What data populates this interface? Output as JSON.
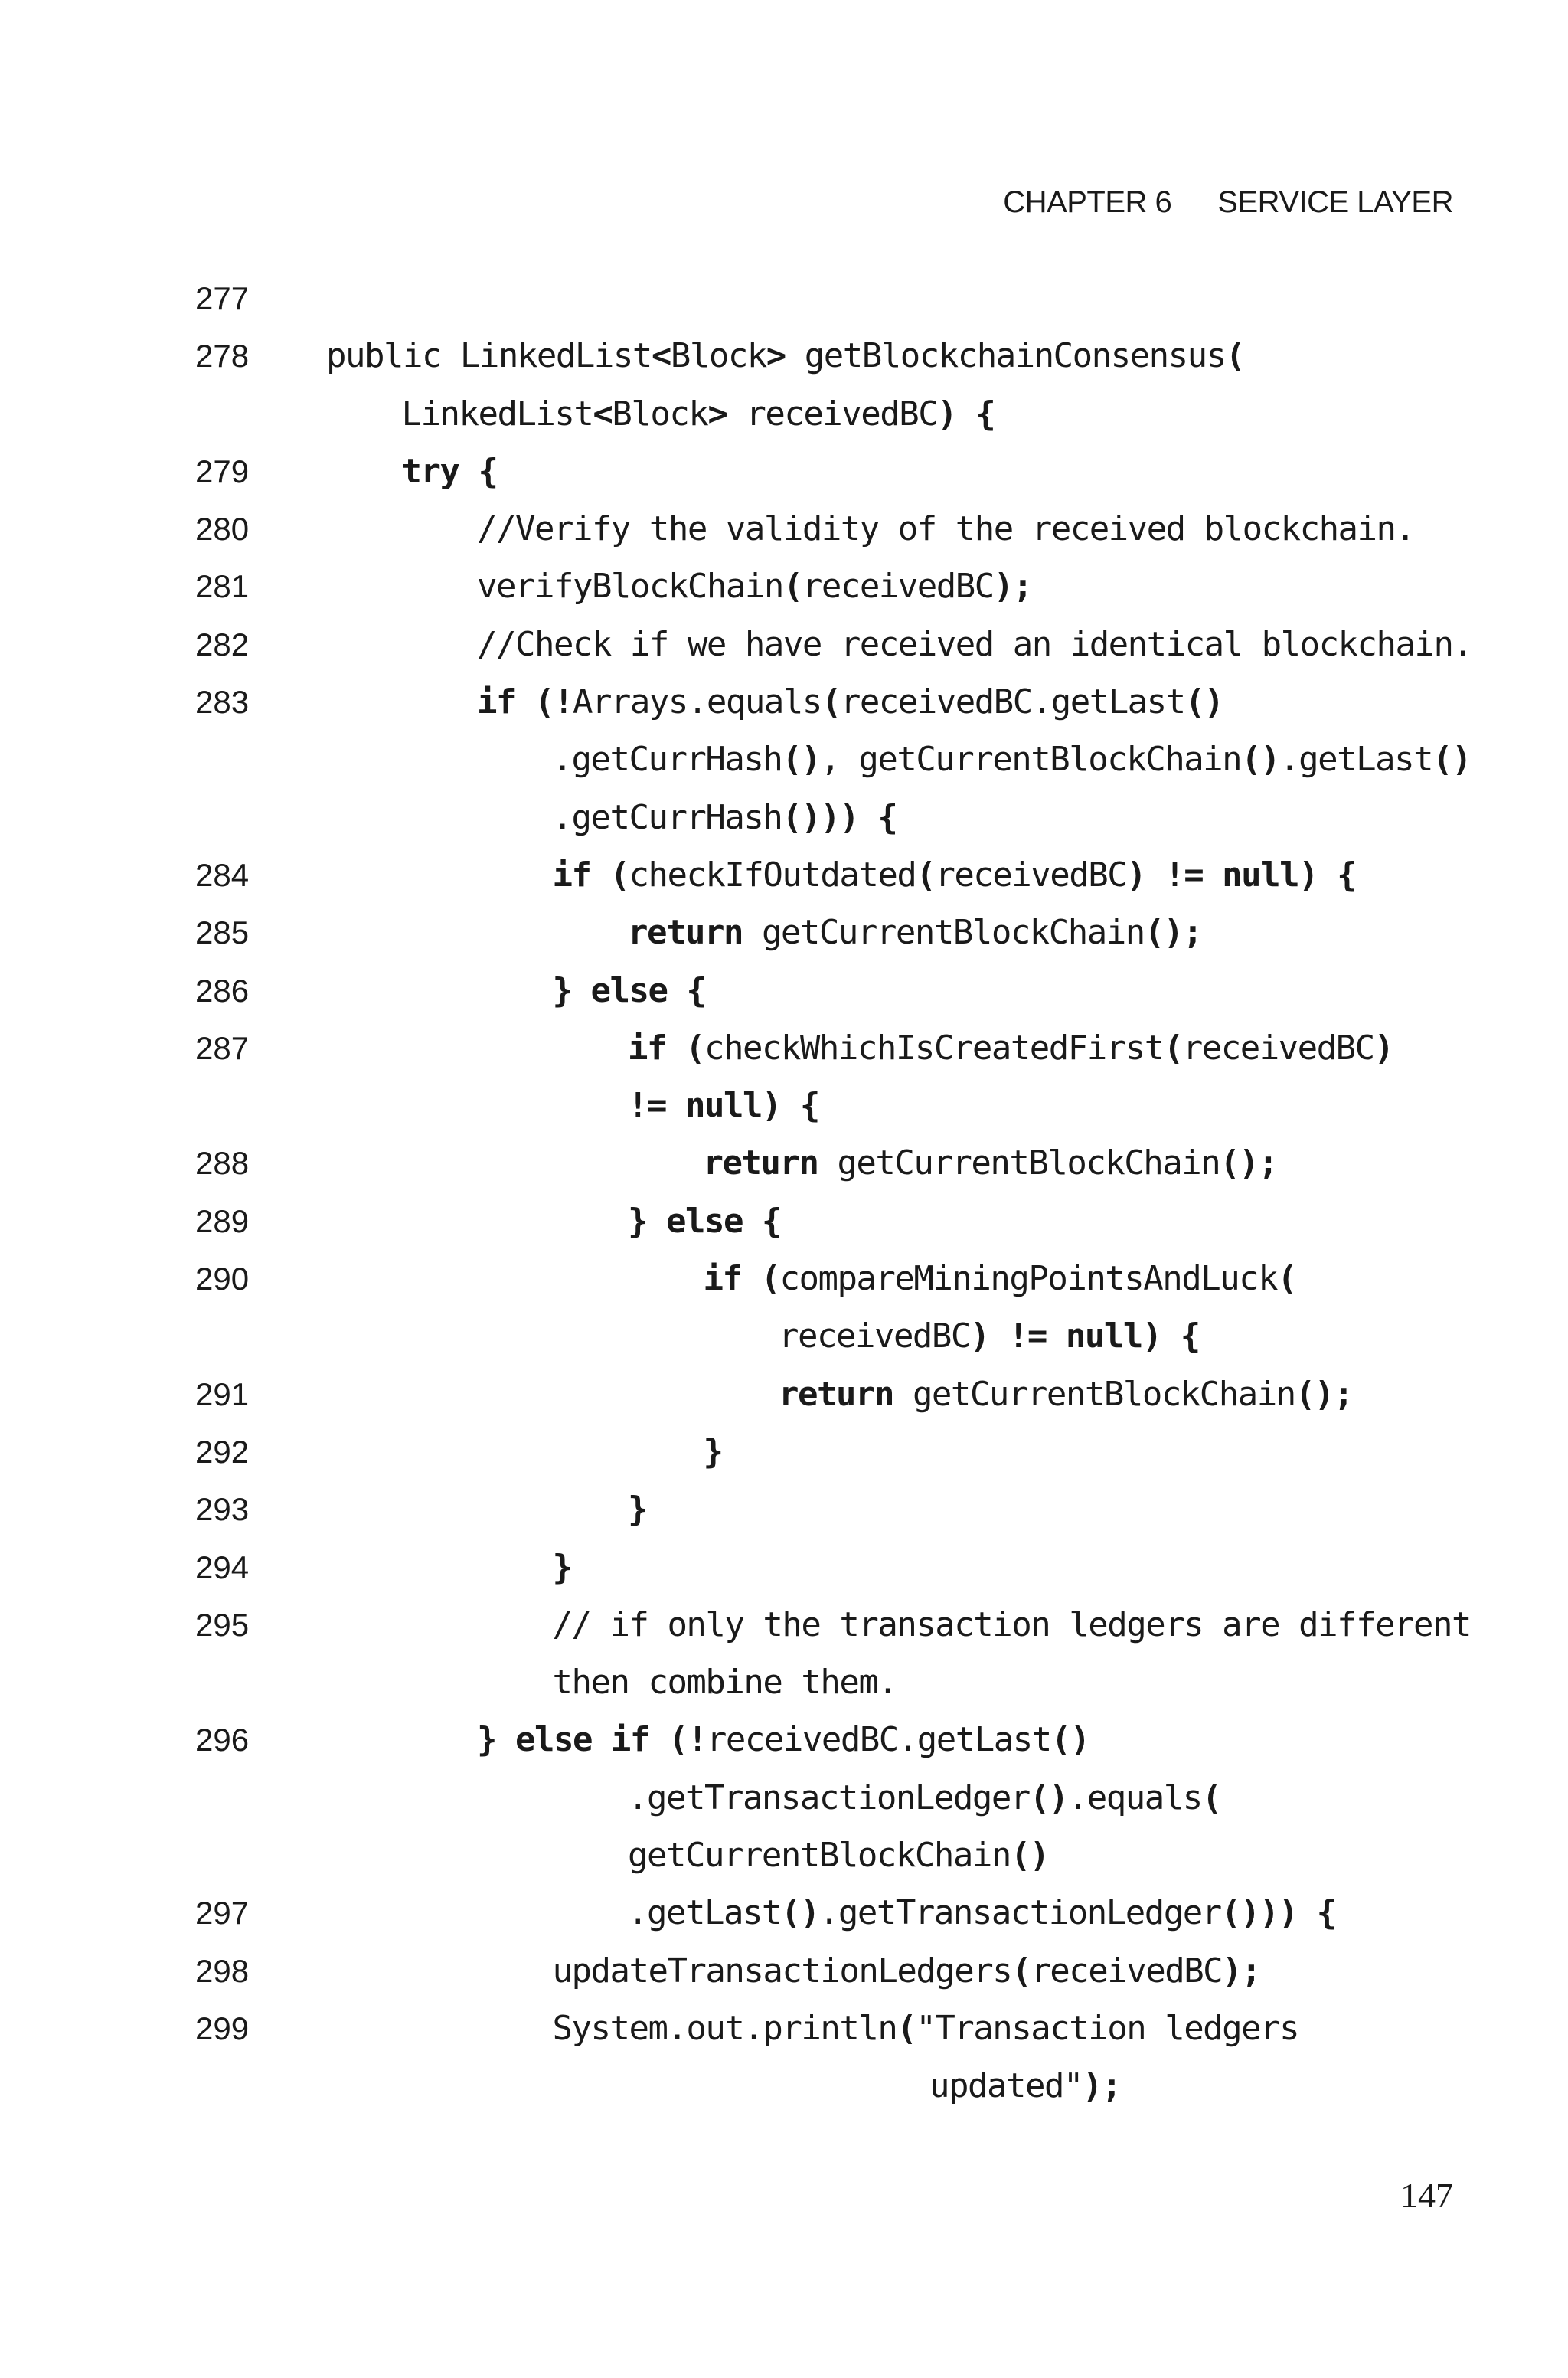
{
  "header": {
    "chapter": "CHAPTER 6",
    "section": "SERVICE LAYER"
  },
  "code_lines": [
    {
      "num": "277",
      "ind": 0,
      "segs": []
    },
    {
      "num": "278",
      "ind": 0,
      "segs": [
        [
          "public LinkedList",
          0
        ],
        [
          "<",
          1
        ],
        [
          "Block",
          0
        ],
        [
          ">",
          1
        ],
        [
          " getBlockchainConsensus",
          0
        ],
        [
          "(",
          1
        ]
      ]
    },
    {
      "num": "",
      "ind": 1,
      "segs": [
        [
          "LinkedList",
          0
        ],
        [
          "<",
          1
        ],
        [
          "Block",
          0
        ],
        [
          ">",
          1
        ],
        [
          " receivedBC",
          0
        ],
        [
          ") {",
          1
        ]
      ]
    },
    {
      "num": "279",
      "ind": 1,
      "segs": [
        [
          "try {",
          1
        ]
      ]
    },
    {
      "num": "280",
      "ind": 2,
      "segs": [
        [
          "//Verify the validity of the received blockchain.",
          0
        ]
      ]
    },
    {
      "num": "281",
      "ind": 2,
      "segs": [
        [
          "verifyBlockChain",
          0
        ],
        [
          "(",
          1
        ],
        [
          "receivedBC",
          0
        ],
        [
          ");",
          1
        ]
      ]
    },
    {
      "num": "282",
      "ind": 2,
      "segs": [
        [
          "//Check if we have received an identical blockchain.",
          0
        ]
      ]
    },
    {
      "num": "283",
      "ind": 2,
      "segs": [
        [
          "if (!",
          1
        ],
        [
          "Arrays.equals",
          0
        ],
        [
          "(",
          1
        ],
        [
          "receivedBC.getLast",
          0
        ],
        [
          "()",
          1
        ]
      ]
    },
    {
      "num": "",
      "ind": 3,
      "segs": [
        [
          ".getCurrHash",
          0
        ],
        [
          "()",
          1
        ],
        [
          ", getCurrentBlockChain",
          0
        ],
        [
          "()",
          1
        ],
        [
          ".getLast",
          0
        ],
        [
          "()",
          1
        ]
      ]
    },
    {
      "num": "",
      "ind": 3,
      "segs": [
        [
          ".getCurrHash",
          0
        ],
        [
          "())) {",
          1
        ]
      ]
    },
    {
      "num": "284",
      "ind": 3,
      "segs": [
        [
          "if (",
          1
        ],
        [
          "checkIfOutdated",
          0
        ],
        [
          "(",
          1
        ],
        [
          "receivedBC",
          0
        ],
        [
          ") != null) {",
          1
        ]
      ]
    },
    {
      "num": "285",
      "ind": 4,
      "segs": [
        [
          "return",
          1
        ],
        [
          " getCurrentBlockChain",
          0
        ],
        [
          "();",
          1
        ]
      ]
    },
    {
      "num": "286",
      "ind": 3,
      "segs": [
        [
          "} else {",
          1
        ]
      ]
    },
    {
      "num": "287",
      "ind": 4,
      "segs": [
        [
          "if (",
          1
        ],
        [
          "checkWhichIsCreatedFirst",
          0
        ],
        [
          "(",
          1
        ],
        [
          "receivedBC",
          0
        ],
        [
          ")",
          1
        ]
      ]
    },
    {
      "num": "",
      "ind": 4,
      "segs": [
        [
          "!= null) {",
          1
        ]
      ]
    },
    {
      "num": "288",
      "ind": 5,
      "segs": [
        [
          "return",
          1
        ],
        [
          " getCurrentBlockChain",
          0
        ],
        [
          "();",
          1
        ]
      ]
    },
    {
      "num": "289",
      "ind": 4,
      "segs": [
        [
          "} else {",
          1
        ]
      ]
    },
    {
      "num": "290",
      "ind": 5,
      "segs": [
        [
          "if (",
          1
        ],
        [
          "compareMiningPointsAndLuck",
          0
        ],
        [
          "(",
          1
        ]
      ]
    },
    {
      "num": "",
      "ind": 6,
      "segs": [
        [
          "receivedBC",
          0
        ],
        [
          ") != null) {",
          1
        ]
      ]
    },
    {
      "num": "291",
      "ind": 6,
      "segs": [
        [
          "return",
          1
        ],
        [
          " getCurrentBlockChain",
          0
        ],
        [
          "();",
          1
        ]
      ]
    },
    {
      "num": "292",
      "ind": 5,
      "segs": [
        [
          "}",
          1
        ]
      ]
    },
    {
      "num": "293",
      "ind": 4,
      "segs": [
        [
          "}",
          1
        ]
      ]
    },
    {
      "num": "294",
      "ind": 3,
      "segs": [
        [
          "}",
          1
        ]
      ]
    },
    {
      "num": "295",
      "ind": 3,
      "segs": [
        [
          "// if only the transaction ledgers are different",
          0
        ]
      ]
    },
    {
      "num": "",
      "ind": 3,
      "segs": [
        [
          "then combine them.",
          0
        ]
      ]
    },
    {
      "num": "296",
      "ind": 2,
      "segs": [
        [
          "} else if (!",
          1
        ],
        [
          "receivedBC.getLast",
          0
        ],
        [
          "()",
          1
        ]
      ]
    },
    {
      "num": "",
      "ind": 4,
      "segs": [
        [
          ".getTransactionLedger",
          0
        ],
        [
          "()",
          1
        ],
        [
          ".equals",
          0
        ],
        [
          "(",
          1
        ]
      ]
    },
    {
      "num": "",
      "ind": 4,
      "segs": [
        [
          "getCurrentBlockChain",
          0
        ],
        [
          "()",
          1
        ]
      ]
    },
    {
      "num": "297",
      "ind": 4,
      "segs": [
        [
          ".getLast",
          0
        ],
        [
          "()",
          1
        ],
        [
          ".getTransactionLedger",
          0
        ],
        [
          "())) {",
          1
        ]
      ]
    },
    {
      "num": "298",
      "ind": 3,
      "segs": [
        [
          "updateTransactionLedgers",
          0
        ],
        [
          "(",
          1
        ],
        [
          "receivedBC",
          0
        ],
        [
          ");",
          1
        ]
      ]
    },
    {
      "num": "299",
      "ind": 3,
      "segs": [
        [
          "System.out.println",
          0
        ],
        [
          "(",
          1
        ],
        [
          "\"Transaction ledgers",
          0
        ]
      ]
    },
    {
      "num": "",
      "ind": 8,
      "segs": [
        [
          "updated\"",
          0
        ],
        [
          ");",
          1
        ]
      ]
    }
  ],
  "page_number": "147"
}
